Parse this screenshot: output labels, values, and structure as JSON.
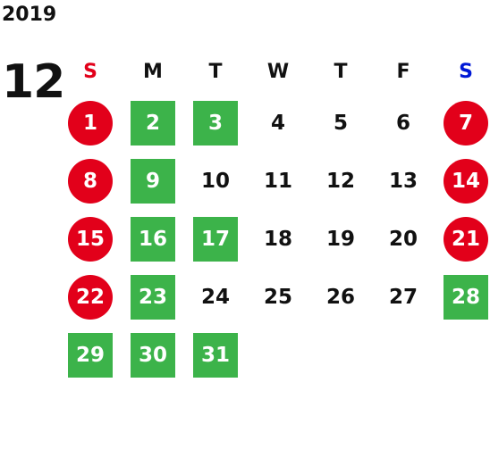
{
  "calendar": {
    "year": "2019",
    "month": "12",
    "weekdays": [
      {
        "label": "S",
        "color": "#e2001a"
      },
      {
        "label": "M",
        "color": "#111111"
      },
      {
        "label": "T",
        "color": "#111111"
      },
      {
        "label": "W",
        "color": "#111111"
      },
      {
        "label": "T",
        "color": "#111111"
      },
      {
        "label": "F",
        "color": "#111111"
      },
      {
        "label": "S",
        "color": "#0019d6"
      }
    ],
    "weeks": [
      [
        {
          "day": "1",
          "style": "sun"
        },
        {
          "day": "2",
          "style": "green"
        },
        {
          "day": "3",
          "style": "green"
        },
        {
          "day": "4",
          "style": "normal"
        },
        {
          "day": "5",
          "style": "normal"
        },
        {
          "day": "6",
          "style": "normal"
        },
        {
          "day": "7",
          "style": "sun"
        }
      ],
      [
        {
          "day": "8",
          "style": "sun"
        },
        {
          "day": "9",
          "style": "green"
        },
        {
          "day": "10",
          "style": "normal"
        },
        {
          "day": "11",
          "style": "normal"
        },
        {
          "day": "12",
          "style": "normal"
        },
        {
          "day": "13",
          "style": "normal"
        },
        {
          "day": "14",
          "style": "sun"
        }
      ],
      [
        {
          "day": "15",
          "style": "sun"
        },
        {
          "day": "16",
          "style": "green"
        },
        {
          "day": "17",
          "style": "green"
        },
        {
          "day": "18",
          "style": "normal"
        },
        {
          "day": "19",
          "style": "normal"
        },
        {
          "day": "20",
          "style": "normal"
        },
        {
          "day": "21",
          "style": "sun"
        }
      ],
      [
        {
          "day": "22",
          "style": "sun"
        },
        {
          "day": "23",
          "style": "green"
        },
        {
          "day": "24",
          "style": "normal"
        },
        {
          "day": "25",
          "style": "normal"
        },
        {
          "day": "26",
          "style": "normal"
        },
        {
          "day": "27",
          "style": "normal"
        },
        {
          "day": "28",
          "style": "green"
        }
      ],
      [
        {
          "day": "29",
          "style": "green"
        },
        {
          "day": "30",
          "style": "green"
        },
        {
          "day": "31",
          "style": "green"
        }
      ]
    ],
    "colors": {
      "holiday_red": "#e2001a",
      "event_green": "#3cb34a",
      "saturday_blue": "#0019d6",
      "text": "#111111"
    }
  }
}
